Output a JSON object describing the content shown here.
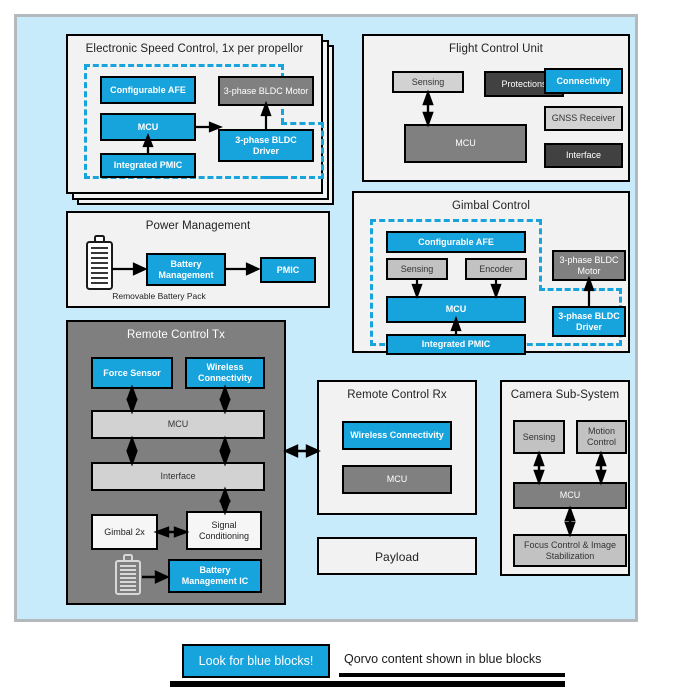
{
  "canvas": {
    "background": "#c8ebfb",
    "accent_blue": "#17a3dc"
  },
  "sections": {
    "esc": {
      "title": "Electronic Speed Control, 1x per propellor",
      "blocks": {
        "afe": "Configurable AFE",
        "mcu": "MCU",
        "pmic": "Integrated PMIC",
        "motor": "3-phase BLDC Motor",
        "driver": "3-phase BLDC Driver"
      }
    },
    "fcu": {
      "title": "Flight Control Unit",
      "blocks": {
        "sensing": "Sensing",
        "protections": "Protections",
        "connectivity": "Connectivity",
        "gnss": "GNSS Receiver",
        "interface": "Interface",
        "mcu": "MCU"
      }
    },
    "power": {
      "title": "Power Management",
      "blocks": {
        "battery_mgmt": "Battery Management",
        "pmic": "PMIC"
      },
      "caption": "Removable Battery Pack"
    },
    "gimbal": {
      "title": "Gimbal Control",
      "blocks": {
        "afe": "Configurable AFE",
        "sensing": "Sensing",
        "encoder": "Encoder",
        "mcu": "MCU",
        "pmic": "Integrated PMIC",
        "motor": "3-phase BLDC Motor",
        "driver": "3-phase BLDC Driver"
      }
    },
    "rc_tx": {
      "title": "Remote Control Tx",
      "blocks": {
        "force_sensor": "Force Sensor",
        "wireless": "Wireless Connectivity",
        "mcu": "MCU",
        "interface": "Interface",
        "gimbal2x": "Gimbal 2x",
        "signal_cond": "Signal Conditioning",
        "battery_ic": "Battery Management IC"
      }
    },
    "rc_rx": {
      "title": "Remote Control Rx",
      "blocks": {
        "wireless": "Wireless Connectivity",
        "mcu": "MCU"
      }
    },
    "payload": {
      "title": "Payload"
    },
    "camera": {
      "title": "Camera Sub-System",
      "blocks": {
        "sensing": "Sensing",
        "motion": "Motion Control",
        "mcu": "MCU",
        "focus": "Focus Control & Image Stabilization"
      }
    }
  },
  "legend": {
    "button_label": "Look for blue blocks!",
    "note": "Qorvo content shown in blue blocks"
  }
}
